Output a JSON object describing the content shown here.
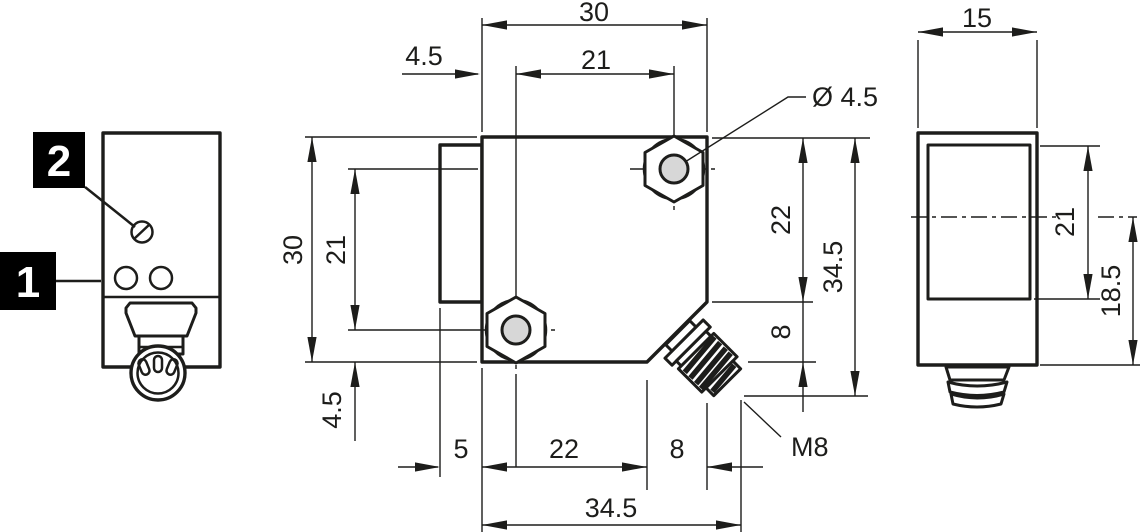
{
  "drawing_type": "sensor dimension drawing, three views",
  "colors": {
    "line": "#1d1d1b",
    "hole_fill": "#d7d7d7",
    "badge_bg": "#000000",
    "badge_text": "#ffffff",
    "background": "#ffffff"
  },
  "rear_view": {
    "callout_1": "1",
    "callout_2": "2"
  },
  "side_view": {
    "width_top": "30",
    "hole_spacing_top": "21",
    "hole_offset_top": "4.5",
    "hole_diameter_label": "Ø 4.5",
    "height_left": "30",
    "hole_spacing_left": "21",
    "hole_offset_left": "4.5",
    "front_depth_bottom": "5",
    "body_depth_bottom": "22",
    "chamfer_bottom": "8",
    "overall_depth_bottom": "34.5",
    "upper_edge_right": "22",
    "chamfer_right": "8",
    "overall_height_right": "34.5",
    "connector_label": "M8"
  },
  "front_view": {
    "width_top": "15",
    "window_height_right": "21",
    "center_to_bottom_right": "18.5"
  }
}
